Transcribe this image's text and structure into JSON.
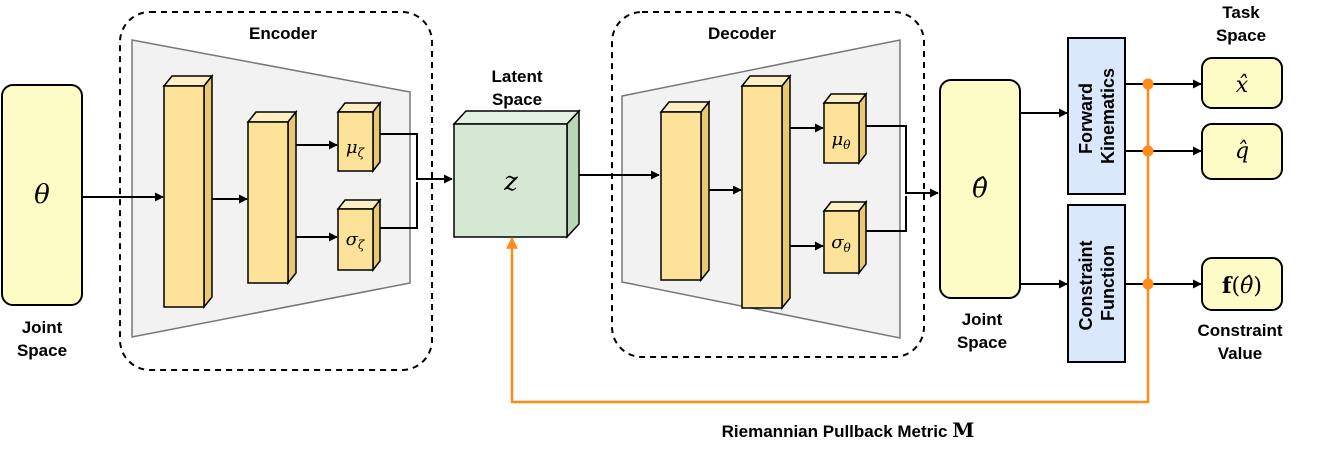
{
  "labels": {
    "encoder": "Encoder",
    "decoder": "Decoder",
    "latent_space_line1": "Latent",
    "latent_space_line2": "Space",
    "joint_space_in_line1": "Joint",
    "joint_space_in_line2": "Space",
    "joint_space_out_line1": "Joint",
    "joint_space_out_line2": "Space",
    "task_space_line1": "Task",
    "task_space_line2": "Space",
    "constraint_value_line1": "Constraint",
    "constraint_value_line2": "Value",
    "forward_kinematics_line1": "Forward",
    "forward_kinematics_line2": "Kinematics",
    "constraint_function_line1": "Constraint",
    "constraint_function_line2": "Function",
    "metric_caption": "Riemannian Pullback Metric",
    "metric_symbol": "M"
  },
  "symbols": {
    "theta": "θ",
    "theta_hat": "θ̂",
    "z": "z",
    "mu": "μ",
    "sigma": "σ",
    "zeta": "ζ",
    "sub_theta": "θ",
    "x_hat": "x̂",
    "q_hat": "q̂",
    "f_bold": "f",
    "f_open": "(",
    "f_arg": "θ̂",
    "f_close": ")"
  },
  "colors": {
    "input_box": "#fefcc6",
    "layer_front": "#fde39a",
    "layer_top": "#fef0c4",
    "layer_side": "#e9c873",
    "latent_front": "#d5e8d4",
    "latent_top": "#e4f0e3",
    "latent_side": "#b9d6b8",
    "module_box": "#dae8fc",
    "trapezoid": "#f2f2f2",
    "orange": "#ff8c1a",
    "stroke": "#000000"
  }
}
